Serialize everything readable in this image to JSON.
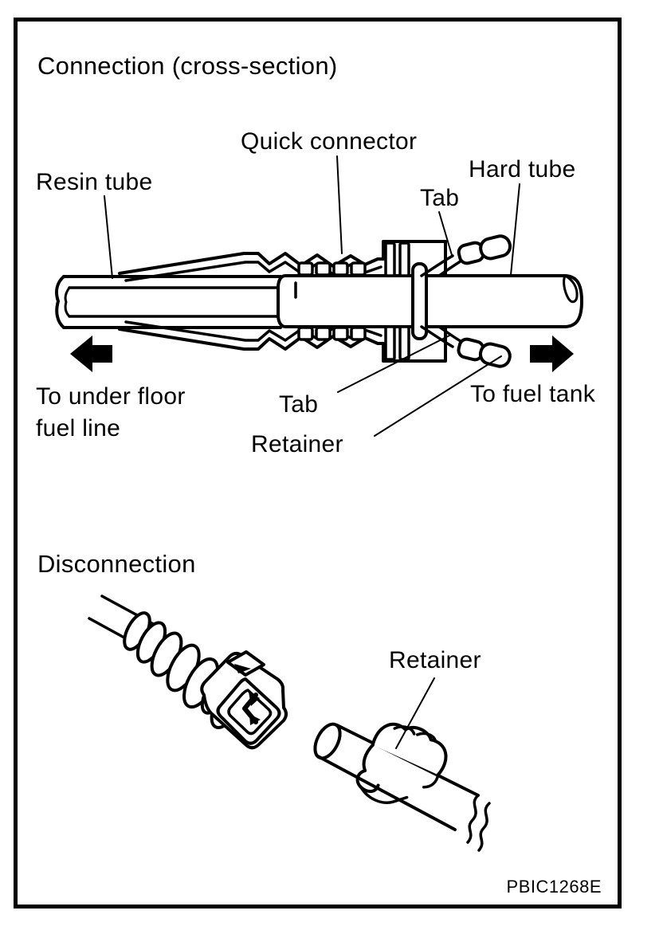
{
  "figure": {
    "code": "PBIC1268E"
  },
  "connection_section": {
    "title": "Connection (cross-section)",
    "labels": {
      "quick_connector": "Quick connector",
      "resin_tube": "Resin tube",
      "tab_top": "Tab",
      "hard_tube": "Hard tube",
      "to_under_floor_line1": "To under floor",
      "to_under_floor_line2": "fuel line",
      "tab_bottom": "Tab",
      "retainer": "Retainer",
      "to_fuel_tank": "To fuel tank"
    },
    "icons": {
      "left_arrow": "flow toward under floor fuel line",
      "right_arrow": "flow toward fuel tank"
    }
  },
  "disconnection_section": {
    "title": "Disconnection",
    "labels": {
      "retainer": "Retainer"
    }
  },
  "colors": {
    "ink": "#000000",
    "paper": "#ffffff"
  }
}
